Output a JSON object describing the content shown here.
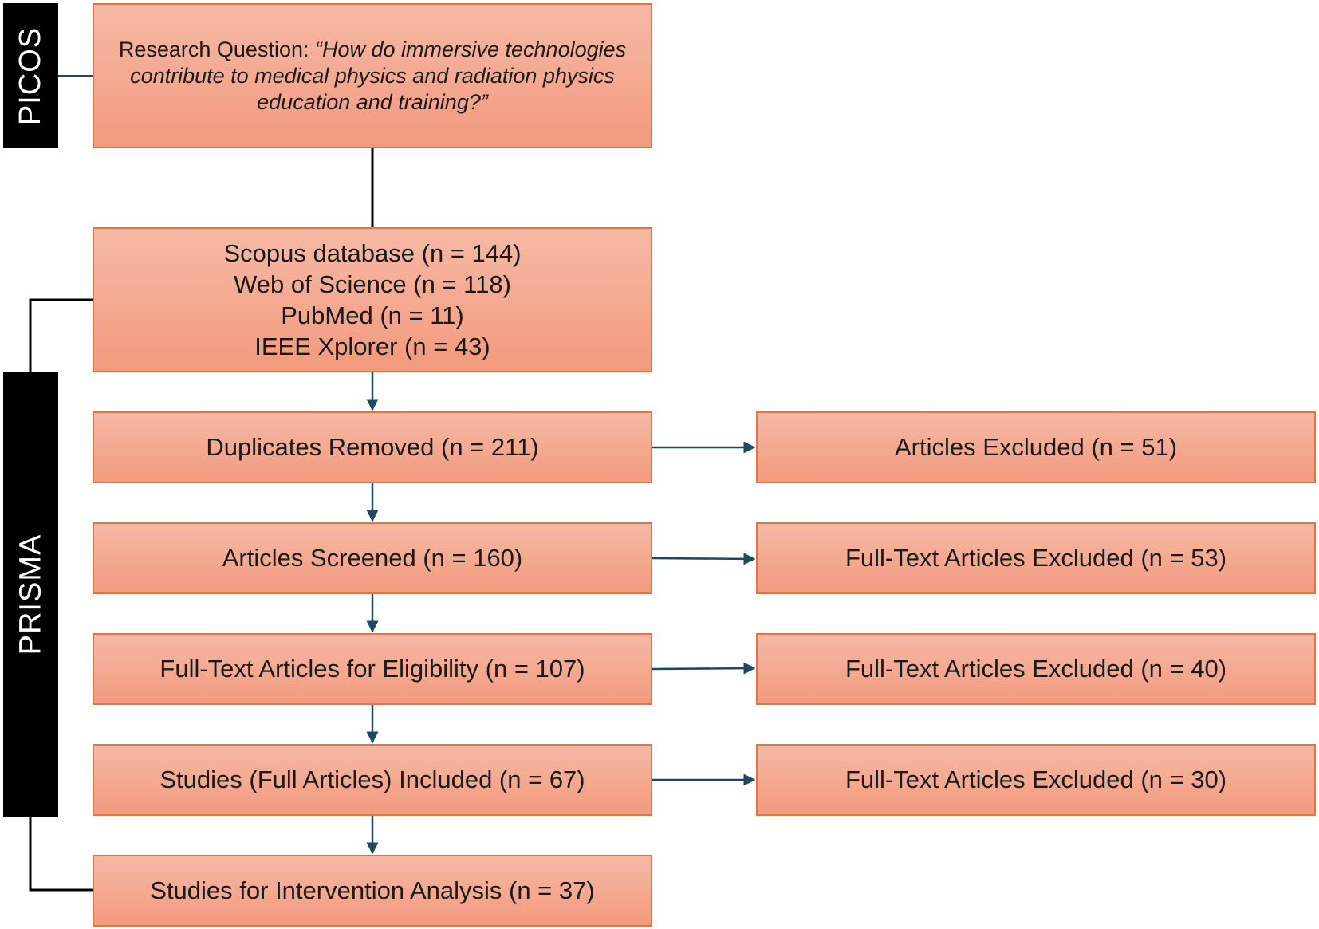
{
  "side_labels": {
    "picos": "PICOS",
    "prisma": "PRISMA"
  },
  "research_question": {
    "prefix": "Research Question: ",
    "question": "“How do immersive technologies contribute to medical physics and radiation physics education and training?”"
  },
  "databases": [
    "Scopus database (n = 144)",
    "Web of Science (n = 118)",
    "PubMed (n = 11)",
    "IEEE Xplorer (n = 43)"
  ],
  "steps": [
    "Duplicates Removed (n = 211)",
    "Articles Screened (n = 160)",
    "Full-Text Articles for Eligibility (n = 107)",
    "Studies (Full Articles) Included (n = 67)",
    "Studies for Intervention Analysis (n = 37)"
  ],
  "exclusions": [
    "Articles Excluded (n = 51)",
    "Full-Text Articles Excluded (n = 53)",
    "Full-Text Articles Excluded (n = 40)",
    "Full-Text Articles Excluded (n = 30)"
  ],
  "colors": {
    "box_fill_top": "#f6b9a5",
    "box_fill_bottom": "#f29a7e",
    "box_border": "#e9733f",
    "arrow": "#1d4a63",
    "connector": "#000000",
    "side_label_bg": "#000000"
  }
}
